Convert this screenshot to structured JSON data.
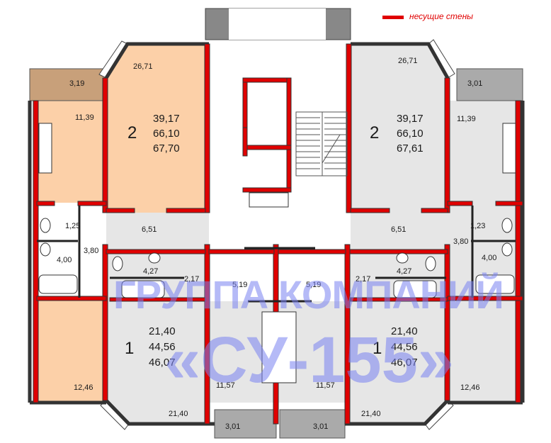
{
  "legend": {
    "label": "несущие стены",
    "color": "#e00000"
  },
  "watermark": {
    "line1": "ГРУППА КОМПАНИЙ",
    "line2": "«СУ-155»"
  },
  "colors": {
    "wall": "#e00000",
    "orange": "#fcd0a8",
    "gray": "#e6e6e6",
    "balcony": "#c8a07a",
    "dark": "#555555"
  },
  "apartments": [
    {
      "rooms": "2",
      "living": "39,17",
      "total": "66,10",
      "total_balcony": "67,70"
    },
    {
      "rooms": "2",
      "living": "39,17",
      "total": "66,10",
      "total_balcony": "67,61"
    },
    {
      "rooms": "1",
      "living": "21,40",
      "total": "44,56",
      "total_balcony": "46,07"
    },
    {
      "rooms": "1",
      "living": "21,40",
      "total": "44,56",
      "total_balcony": "46,07"
    }
  ],
  "areas": {
    "bal_tl": "3,19",
    "bal_tr": "3,01",
    "bal_bl": "3,01",
    "bal_br": "3,01",
    "room_tl": "26,71",
    "room_tr": "26,71",
    "kitchen_l": "11,39",
    "kitchen_r": "11,39",
    "wc_l": "1,25",
    "wc_r": "1,23",
    "bath_l": "4,00",
    "bath_r": "4,00",
    "hall_l": "6,51",
    "hall_r": "6,51",
    "corr_l": "3,80",
    "corr_r": "3,80",
    "bath1_l": "4,27",
    "bath1_r": "4,27",
    "ent1_l": "2,17",
    "ent1_r": "2,17",
    "hall1_l": "5,19",
    "hall1_r": "5,19",
    "room_bl": "12,46",
    "room_br": "12,46",
    "kitchen1_l": "11,57",
    "kitchen1_r": "11,57",
    "room1_l": "21,40",
    "room1_r": "21,40"
  }
}
